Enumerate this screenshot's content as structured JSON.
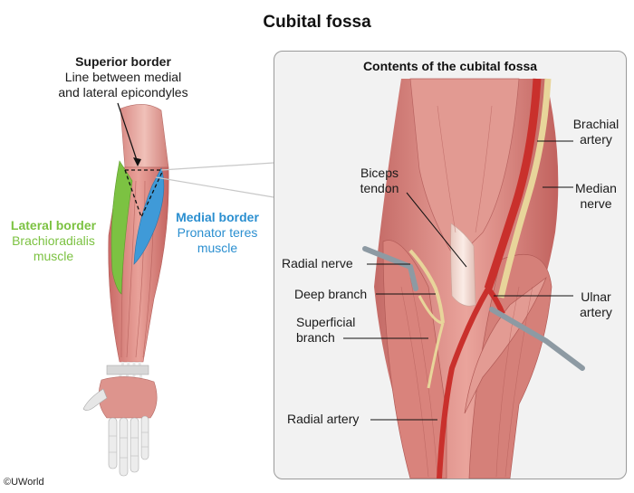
{
  "title": "Cubital fossa",
  "superior_border": {
    "heading": "Superior border",
    "line1": "Line between medial",
    "line2": "and lateral epicondyles"
  },
  "lateral_border": {
    "heading": "Lateral border",
    "line1": "Brachioradialis",
    "line2": "muscle",
    "color": "#7cc242"
  },
  "medial_border": {
    "heading": "Medial border",
    "line1": "Pronator teres",
    "line2": "muscle",
    "color": "#2b8fd0"
  },
  "panel": {
    "title": "Contents of the cubital fossa",
    "labels": {
      "brachial_artery_1": "Brachial",
      "brachial_artery_2": "artery",
      "median_nerve_1": "Median",
      "median_nerve_2": "nerve",
      "biceps_tendon_1": "Biceps",
      "biceps_tendon_2": "tendon",
      "radial_nerve": "Radial nerve",
      "deep_branch": "Deep branch",
      "superficial_branch_1": "Superficial",
      "superficial_branch_2": "branch",
      "ulnar_artery_1": "Ulnar",
      "ulnar_artery_2": "artery",
      "radial_artery": "Radial artery"
    }
  },
  "copyright": "©UWorld"
}
